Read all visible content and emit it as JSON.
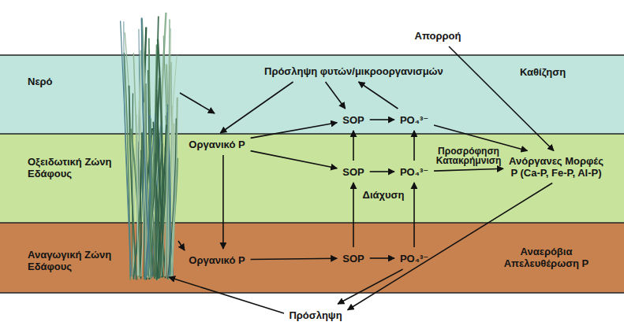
{
  "diagram": {
    "nodes": [
      {
        "text": [
          "Νερό"
        ]
      },
      {
        "text": [
          "Οξειδωτική Ζώνη Εδάφους"
        ]
      },
      {
        "text": [
          "Αναγωγική Ζώνη Εδάφους"
        ]
      },
      {
        "text": [
          "Πρόσληψη φυτών/μικροοργανισμών"
        ],
        "in": 0
      },
      {
        "text": [
          "Απορροή"
        ]
      },
      {
        "text": [
          "SOP"
        ],
        "in": 0
      },
      {
        "text": [
          "PO₄³⁻"
        ],
        "in": 0
      },
      {
        "text": [
          "Οργανικό P"
        ],
        "in": 1
      },
      {
        "text": [
          "SOP"
        ],
        "in": 1
      },
      {
        "text": [
          "PO₄³⁻"
        ],
        "in": 1
      },
      {
        "text": [
          "Ανόργανες Μορφές P (Ca-P, Fe-P, Al-P)"
        ],
        "in": 1
      },
      {
        "text": [
          "Οργανικό P"
        ],
        "in": 2
      },
      {
        "text": [
          "SOP"
        ],
        "in": 2
      },
      {
        "text": [
          "PO₄³⁻"
        ],
        "in": 2
      },
      {
        "text": [
          "Πρόσληψη"
        ]
      }
    ],
    "edges": [
      {
        "from": 3,
        "to": 7,
        "arrow": "to"
      },
      {
        "from": 3,
        "to": 5,
        "arrow": "to"
      },
      {
        "from": 7,
        "to": 5,
        "arrow": "to"
      },
      {
        "from": 7,
        "to": 8,
        "arrow": "to"
      },
      {
        "from": 7,
        "to": 11,
        "arrow": "to"
      },
      {
        "from": 5,
        "to": 6,
        "arrow": "to"
      },
      {
        "from": 6,
        "to": 3,
        "arrow": "to"
      },
      {
        "from": 6,
        "to": 10,
        "arrow": "to"
      },
      {
        "from": 4,
        "to": 10,
        "arrow": "to"
      },
      {
        "from": 8,
        "to": 5,
        "arrow": "to"
      },
      {
        "from": 8,
        "to": 9,
        "arrow": "to"
      },
      {
        "from": 9,
        "to": 6,
        "arrow": "to"
      },
      {
        "from": 9,
        "to": 10,
        "arrow": "to"
      },
      {
        "from": 11,
        "to": 12,
        "arrow": "to"
      },
      {
        "from": 12,
        "to": 8,
        "label": "Διάχυση",
        "arrow": "to"
      },
      {
        "from": 12,
        "to": 13,
        "arrow": "to"
      },
      {
        "from": 13,
        "to": 9,
        "arrow": "to"
      },
      {
        "from": 13,
        "to": 14,
        "arrow": "to"
      },
      {
        "from": 10,
        "to": 14,
        "label": "Αναερόβια Απελευθέρωση P",
        "arrow": "to"
      }
    ],
    "labels": [
      "Καθίζηση",
      "Προσρόφηση Κατακρήμνιση"
    ]
  }
}
